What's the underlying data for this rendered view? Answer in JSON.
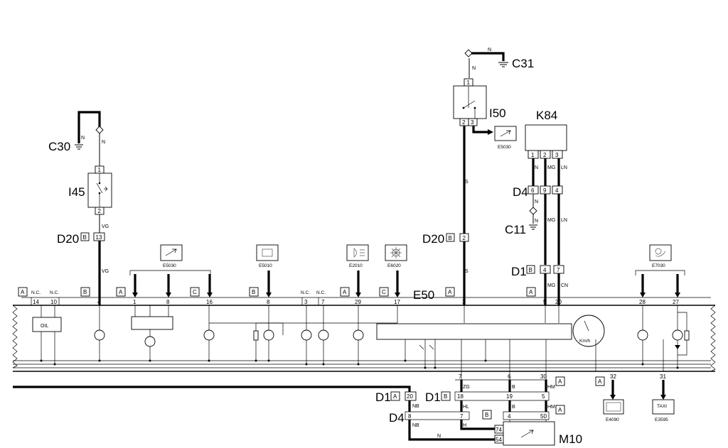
{
  "components": {
    "c31": "C31",
    "i50": "I50",
    "k84": "K84",
    "c30": "C30",
    "i45": "I45",
    "c11": "C11",
    "e50": "E50",
    "m10": "M10",
    "d20a": "D20",
    "d20b": "D20",
    "d1a": "D1",
    "d1b": "D1",
    "d1c": "D1",
    "d4a": "D4",
    "d4b": "D4"
  },
  "refs": {
    "e5030a": "E5030",
    "e5030b": "E5030",
    "e5010": "E5010",
    "e2010": "E2010",
    "e6020": "E6020",
    "e7030": "E7030",
    "e4090": "E4090",
    "e3595": "E3595"
  },
  "wires": {
    "n": "N",
    "vg": "VG",
    "s": "S",
    "mg": "MG",
    "ln": "LN",
    "cn": "CN",
    "zg": "ZG",
    "b": "B",
    "hm": "HM",
    "hl": "HL",
    "nb": "NB",
    "h": "H"
  },
  "letters": {
    "a": "A",
    "b": "B",
    "c": "C"
  },
  "labels": {
    "nc": "N.C.",
    "oil": "OIL",
    "kmh": "Km/h",
    "taxi": "TAXI"
  },
  "pins": {
    "p1": "1",
    "p2": "2",
    "p3": "3",
    "p4": "4",
    "p5": "5",
    "p6": "6",
    "p7": "7",
    "p8": "8",
    "p9": "9",
    "p10": "10",
    "p13": "13",
    "p14": "14",
    "p16": "16",
    "p17": "17",
    "p18": "18",
    "p19": "19",
    "p20": "20",
    "p27": "27",
    "p28": "28",
    "p29": "29",
    "p30": "30",
    "p31": "31",
    "p32": "32",
    "p50": "50",
    "p54": "54",
    "p74": "74"
  }
}
